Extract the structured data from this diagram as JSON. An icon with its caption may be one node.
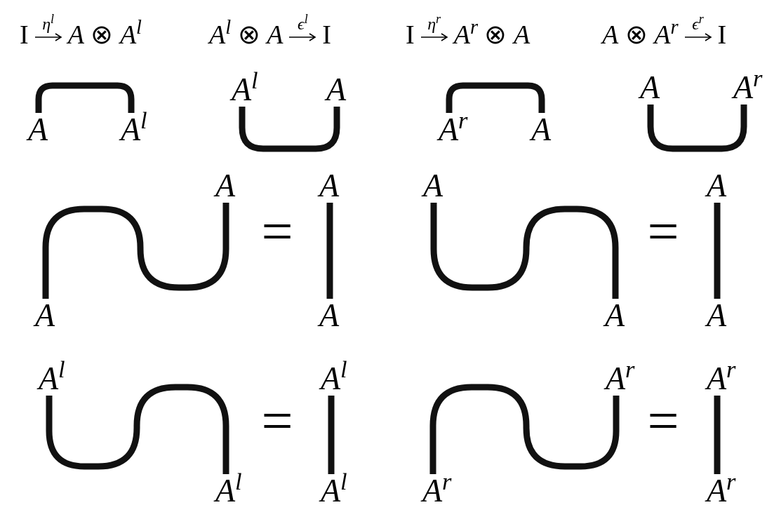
{
  "diagram": {
    "nodes": [
      {
        "text": [
          "A"
        ]
      },
      {
        "text": [
          "A$^{l}$"
        ]
      },
      {
        "text": [
          "A$^{l}$"
        ]
      },
      {
        "text": [
          "A"
        ]
      },
      {
        "text": [
          "A$^{r}$"
        ]
      },
      {
        "text": [
          "A"
        ]
      },
      {
        "text": [
          "A"
        ]
      },
      {
        "text": [
          "A$^{r}$"
        ]
      },
      {
        "text": [
          "A"
        ]
      },
      {
        "text": [
          "A"
        ]
      },
      {
        "text": [
          "A"
        ]
      },
      {
        "text": [
          "A"
        ]
      },
      {
        "text": [
          "A"
        ]
      },
      {
        "text": [
          "A"
        ]
      },
      {
        "text": [
          "A"
        ]
      },
      {
        "text": [
          "A"
        ]
      },
      {
        "text": [
          "A$^{l}$"
        ]
      },
      {
        "text": [
          "A$^{l}$"
        ]
      },
      {
        "text": [
          "A$^{l}$"
        ]
      },
      {
        "text": [
          "A$^{l}$"
        ]
      },
      {
        "text": [
          "A$^{r}$"
        ]
      },
      {
        "text": [
          "A$^{r}$"
        ]
      },
      {
        "text": [
          "A$^{r}$"
        ]
      },
      {
        "text": [
          "A$^{r}$"
        ]
      }
    ],
    "edges": [
      {
        "from": 0,
        "to": 1,
        "arrow": "none"
      },
      {
        "from": 2,
        "to": 3,
        "arrow": "none"
      },
      {
        "from": 4,
        "to": 5,
        "arrow": "none"
      },
      {
        "from": 6,
        "to": 7,
        "arrow": "none"
      },
      {
        "from": 9,
        "to": 8,
        "arrow": "none"
      },
      {
        "from": 10,
        "to": 11,
        "arrow": "none"
      },
      {
        "from": 12,
        "to": 13,
        "arrow": "none"
      },
      {
        "from": 14,
        "to": 15,
        "arrow": "none"
      },
      {
        "from": 16,
        "to": 17,
        "arrow": "none"
      },
      {
        "from": 18,
        "to": 19,
        "arrow": "none"
      },
      {
        "from": 20,
        "to": 21,
        "arrow": "none"
      },
      {
        "from": 22,
        "to": 23,
        "arrow": "none"
      }
    ],
    "labels": [
      "I",
      "η$^{l}$",
      "*A* ⊗ *A*$^{l}$",
      "*A*$^{l}$ ⊗ *A*",
      "ϵ$^{l}$",
      "I",
      "I",
      "η$^{r}$",
      "*A*$^{r}$ ⊗ *A*",
      "*A* ⊗ *A*$^{r}$",
      "ϵ$^{r}$",
      "I",
      "=",
      "=",
      "=",
      "="
    ]
  }
}
